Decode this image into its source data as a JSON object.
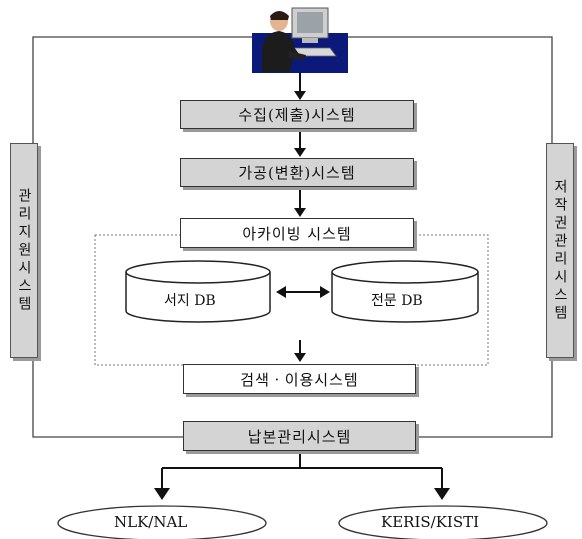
{
  "systems": {
    "collection": "수집(제출)시스템",
    "processing": "가공(변환)시스템",
    "archiving": "아카이빙 시스템",
    "search": "검색ㆍ이용시스템",
    "legal_deposit": "납본관리시스템"
  },
  "databases": {
    "bibliographic": "서지 DB",
    "fulltext": "전문 DB"
  },
  "side_panels": {
    "left": "관리지원시스템",
    "right": "저작권관리시스템"
  },
  "destinations": {
    "left": "NLK/NAL",
    "right": "KERIS/KISTI"
  },
  "icons": {
    "top": "computer-user-icon"
  }
}
